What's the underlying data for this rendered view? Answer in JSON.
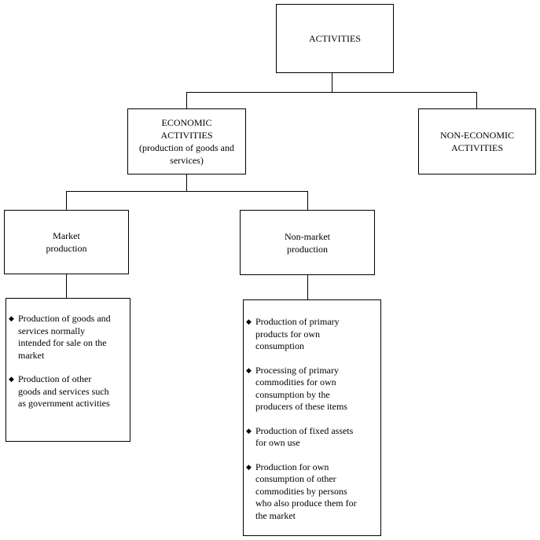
{
  "diagram": {
    "root": {
      "lines": [
        "ACTIVITIES"
      ]
    },
    "economic": {
      "lines": [
        "ECONOMIC",
        "ACTIVITIES",
        "(production of goods and",
        "services)"
      ]
    },
    "non_economic": {
      "lines": [
        "NON-ECONOMIC",
        "ACTIVITIES"
      ]
    },
    "market": {
      "lines": [
        "Market",
        "production"
      ]
    },
    "non_market": {
      "lines": [
        "Non-market",
        "production"
      ]
    },
    "market_items": [
      {
        "bullet": "◆",
        "lines": [
          "Production of goods and",
          "services normally",
          "intended for sale on the",
          "market"
        ]
      },
      {
        "bullet": "◆",
        "lines": [
          "Production of other",
          "goods and services such",
          "as government activities"
        ]
      }
    ],
    "non_market_items": [
      {
        "bullet": "◆",
        "lines": [
          "Production of primary",
          "products for own",
          "consumption"
        ]
      },
      {
        "bullet": "◆",
        "lines": [
          "Processing of primary",
          "commodities for own",
          "consumption by the",
          "producers of these items"
        ]
      },
      {
        "bullet": "◆",
        "lines": [
          "Production of fixed assets",
          "for own use"
        ]
      },
      {
        "bullet": "◆",
        "lines": [
          "Production for own",
          "consumption of other",
          "commodities by persons",
          "who also produce them for",
          "the market"
        ]
      }
    ]
  }
}
